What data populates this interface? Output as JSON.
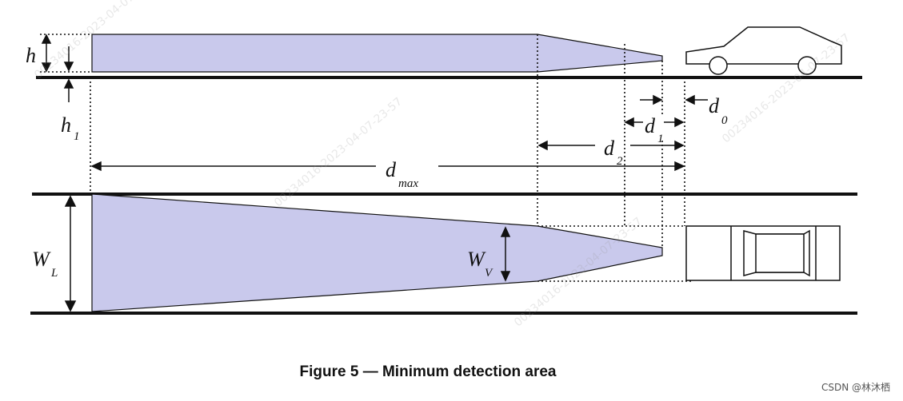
{
  "colors": {
    "area_fill": "#c9c9ec",
    "line": "#111111",
    "background": "#ffffff"
  },
  "labels": {
    "h": "h",
    "h1_main": "h",
    "h1_sub": "1",
    "dmax_main": "d",
    "dmax_sub": "max",
    "d0_main": "d",
    "d0_sub": "0",
    "d1_main": "d",
    "d1_sub": "1",
    "d2_main": "d",
    "d2_sub": "2",
    "wl_main": "W",
    "wl_sub": "L",
    "wv_main": "W",
    "wv_sub": "V"
  },
  "caption": "Figure 5 — Minimum detection area",
  "credit": "CSDN @林沐栖",
  "watermark": "00234016-2023-04-07-23-57",
  "icons": [
    "car-side-icon",
    "car-top-icon"
  ]
}
